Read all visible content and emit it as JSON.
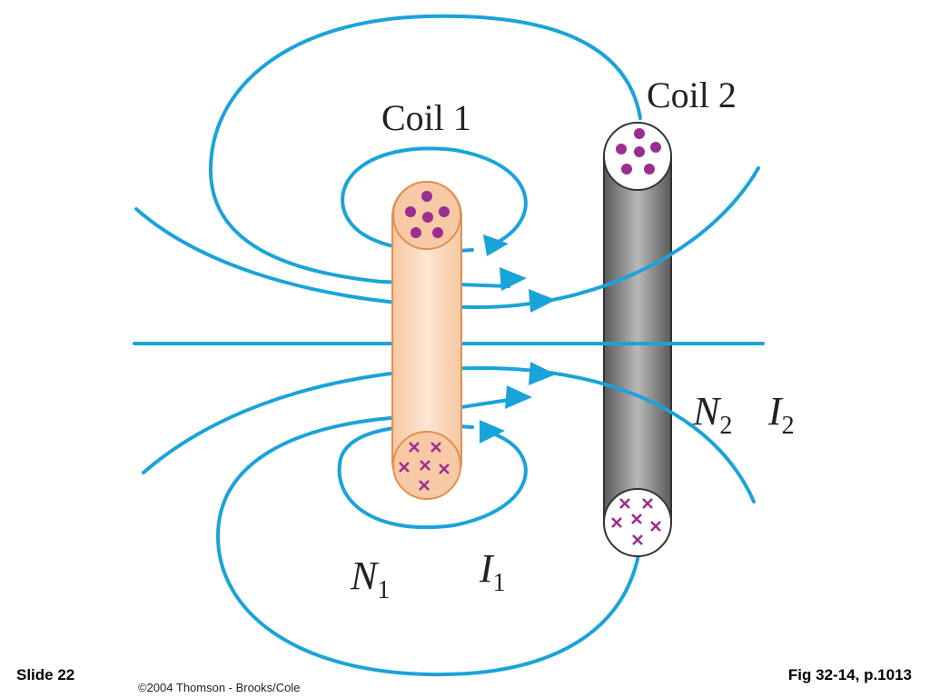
{
  "diagram": {
    "coil1_label": "Coil 1",
    "coil2_label": "Coil 2",
    "n1": {
      "base": "N",
      "sub": "1"
    },
    "i1": {
      "base": "I",
      "sub": "1"
    },
    "n2": {
      "base": "N",
      "sub": "2"
    },
    "i2": {
      "base": "I",
      "sub": "2"
    },
    "field_line_color": "#1aa3d9",
    "coil1_color": "#f9d4b6",
    "coil1_border": "#e0904f",
    "coil2_color": "#8a8a8a",
    "wire_color": "#9b2d8f"
  },
  "footer": {
    "slide_label": "Slide 22",
    "copyright": "©2004 Thomson - Brooks/Cole",
    "figure_ref": "Fig 32-14, p.1013"
  }
}
